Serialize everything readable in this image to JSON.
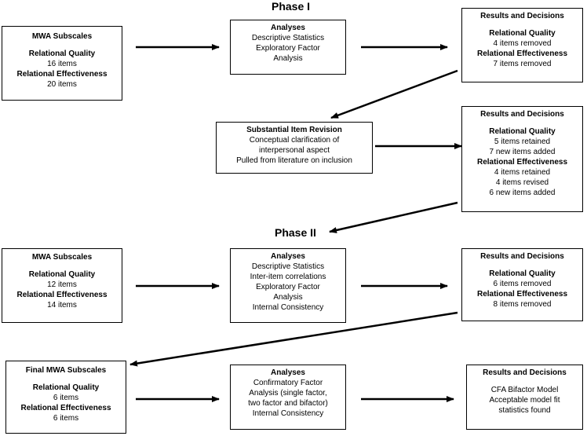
{
  "phases": {
    "phase1": "Phase I",
    "phase2": "Phase II"
  },
  "boxes": {
    "mwa1": {
      "title": "MWA Subscales",
      "rq_label": "Relational Quality",
      "rq_value": "16 items",
      "re_label": "Relational Effectiveness",
      "re_value": "20 items"
    },
    "analyses1": {
      "title": "Analyses",
      "lines": [
        "Descriptive Statistics",
        "Exploratory Factor",
        "Analysis"
      ]
    },
    "results1": {
      "title": "Results and Decisions",
      "rq_label": "Relational Quality",
      "rq_lines": [
        "4 items removed"
      ],
      "re_label": "Relational Effectiveness",
      "re_lines": [
        "7 items removed"
      ]
    },
    "revision": {
      "title": "Substantial Item Revision",
      "lines": [
        "Conceptual clarification of",
        "interpersonal aspect",
        "Pulled from literature on inclusion"
      ]
    },
    "results2": {
      "title": "Results and Decisions",
      "rq_label": "Relational Quality",
      "rq_lines": [
        "5 items retained",
        "7 new items added"
      ],
      "re_label": "Relational Effectiveness",
      "re_lines": [
        "4 items retained",
        "4 items revised",
        "6 new items added"
      ]
    },
    "mwa2": {
      "title": "MWA Subscales",
      "rq_label": "Relational Quality",
      "rq_value": "12 items",
      "re_label": "Relational Effectiveness",
      "re_value": "14 items"
    },
    "analyses2": {
      "title": "Analyses",
      "lines": [
        "Descriptive Statistics",
        "Inter-item correlations",
        "Exploratory Factor",
        "Analysis",
        "Internal Consistency"
      ]
    },
    "results3": {
      "title": "Results and Decisions",
      "rq_label": "Relational Quality",
      "rq_lines": [
        "6 items removed"
      ],
      "re_label": "Relational Effectiveness",
      "re_lines": [
        "8 items removed"
      ]
    },
    "mwa3": {
      "title": "Final MWA Subscales",
      "rq_label": "Relational Quality",
      "rq_value": "6 items",
      "re_label": "Relational Effectiveness",
      "re_value": "6 items"
    },
    "analyses3": {
      "title": "Analyses",
      "lines": [
        "Confirmatory Factor",
        "Analysis (single factor,",
        "two factor and bifactor)",
        "Internal Consistency"
      ]
    },
    "results4": {
      "title": "Results and Decisions",
      "lines": [
        "CFA Bifactor Model",
        "Acceptable model fit",
        "statistics found"
      ]
    }
  }
}
